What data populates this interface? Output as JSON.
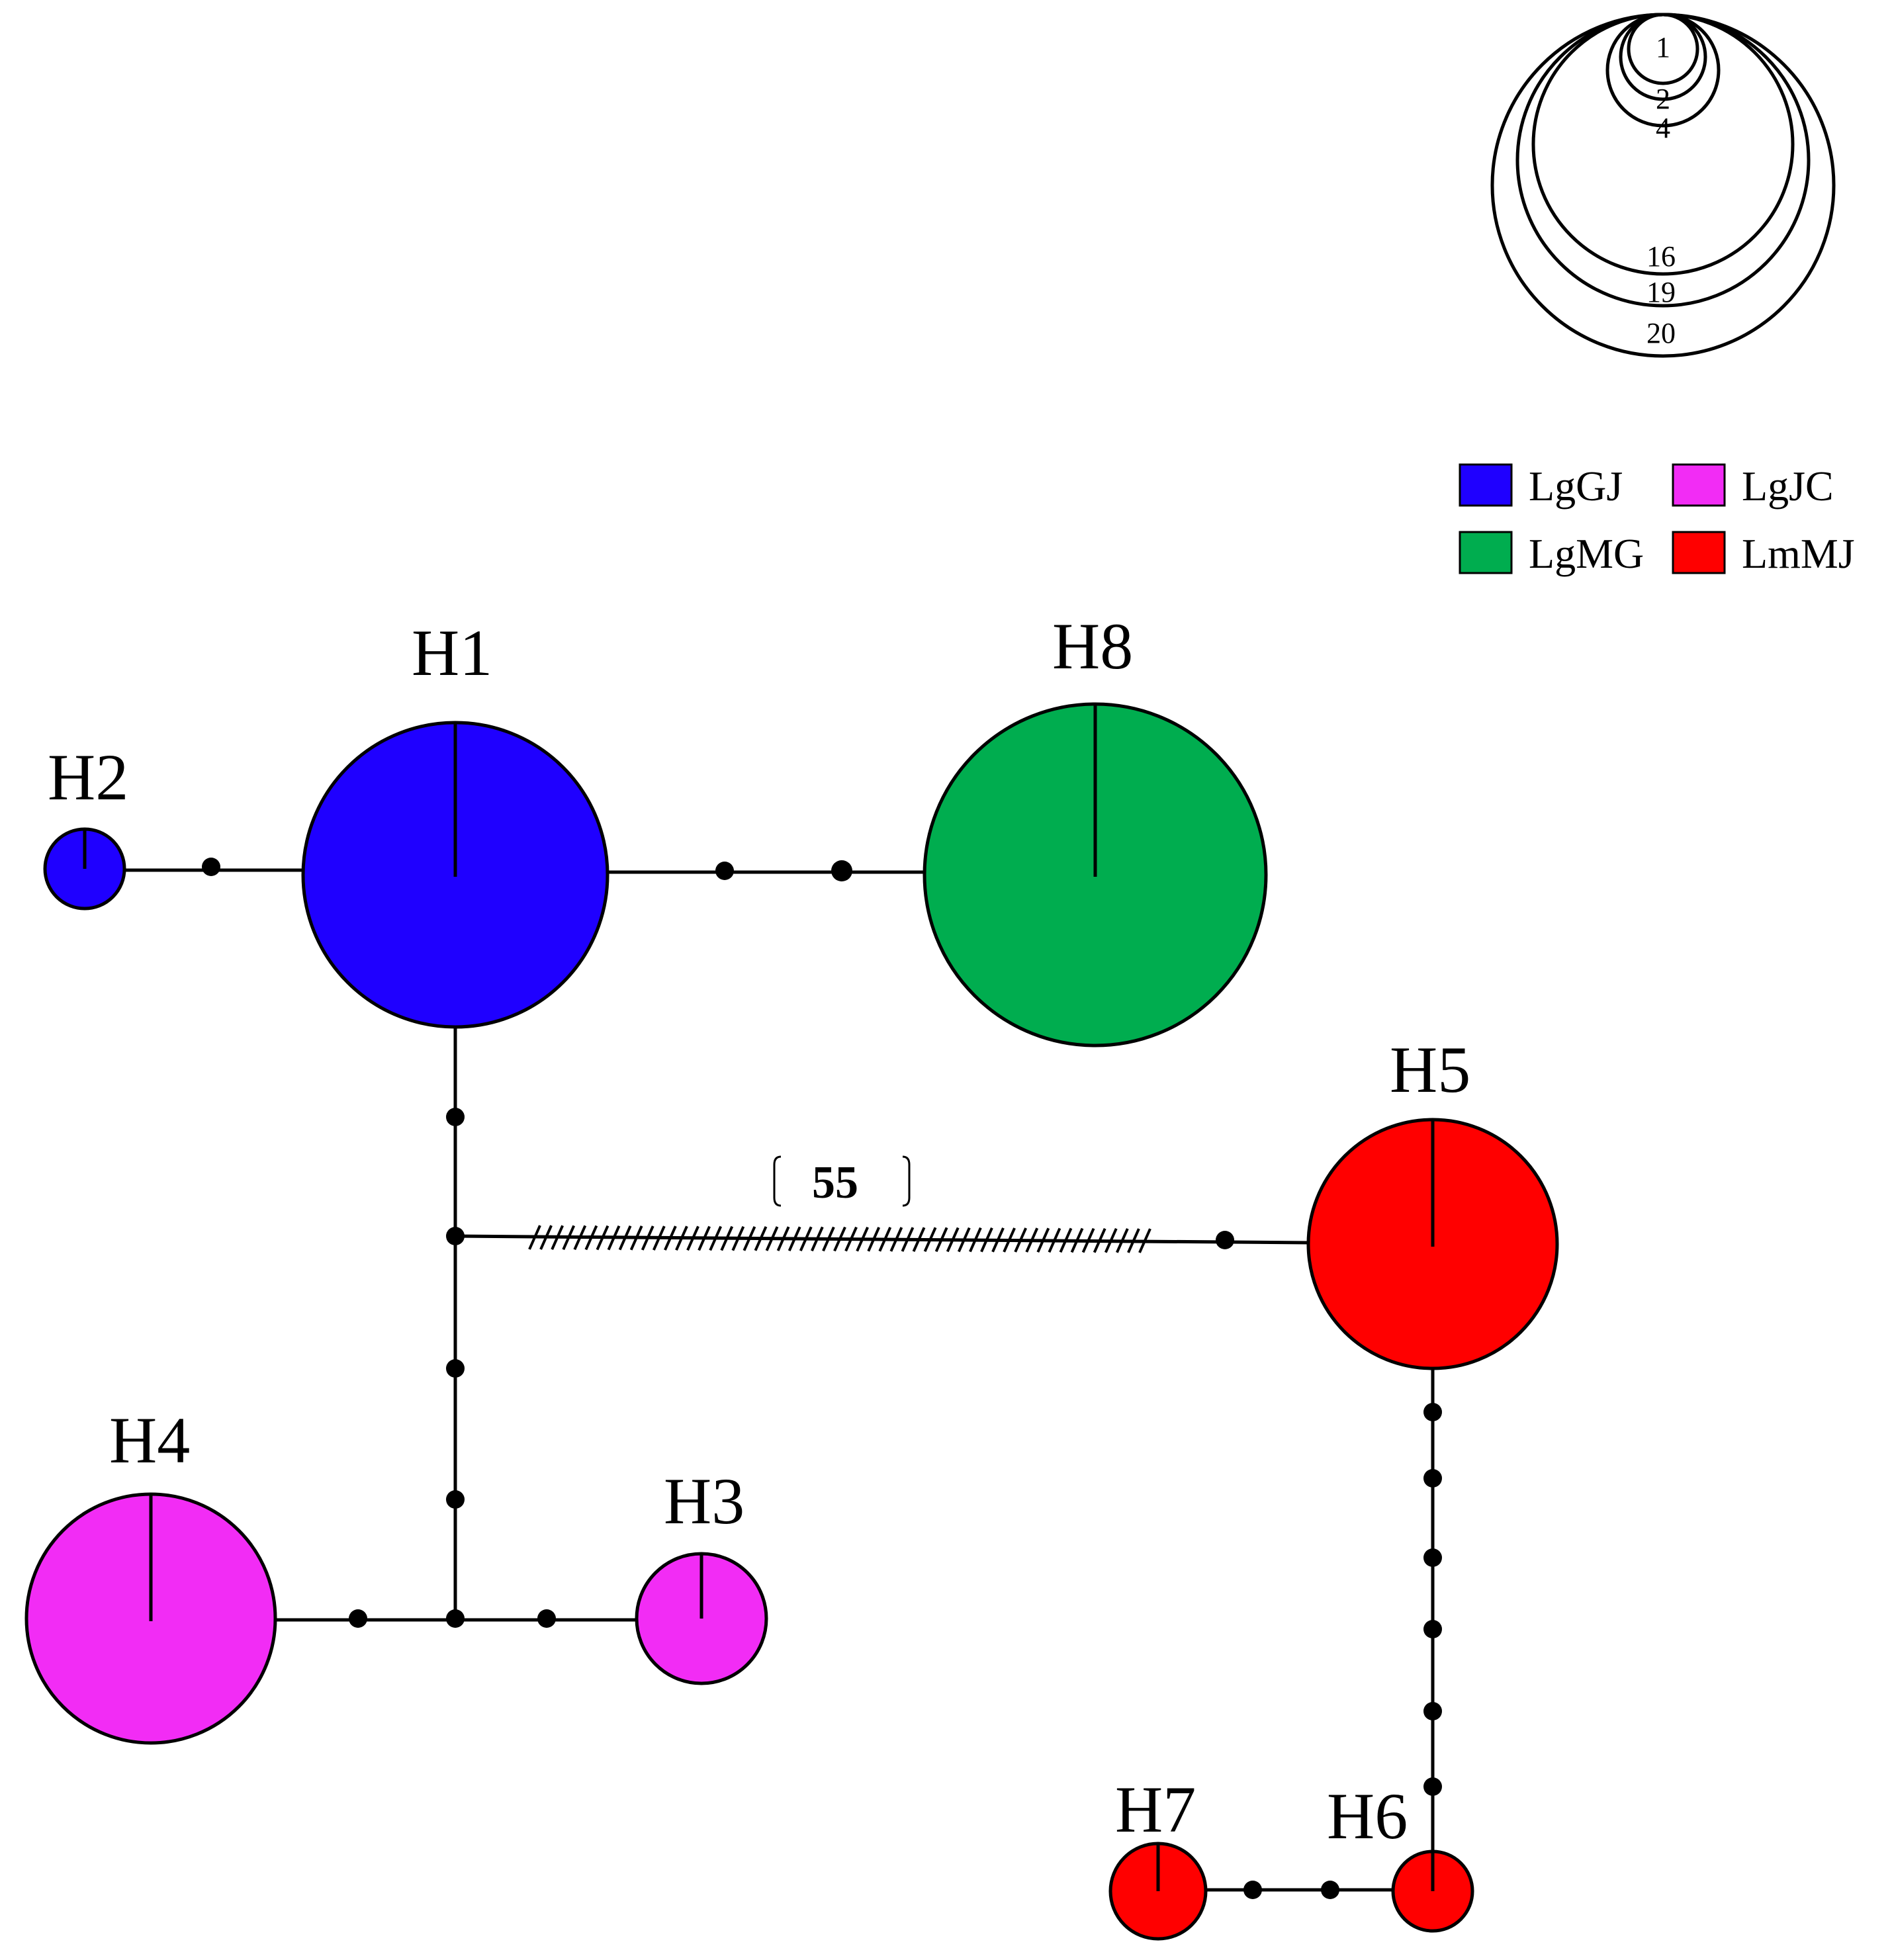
{
  "colors": {
    "LgGJ": "#1f00ff",
    "LgJC": "#f22cf5",
    "LgMG": "#00ad4f",
    "LmMJ": "#ff0000"
  },
  "legend": [
    {
      "name": "LgGJ"
    },
    {
      "name": "LgJC"
    },
    {
      "name": "LgMG"
    },
    {
      "name": "LmMJ"
    }
  ],
  "scale_legend": [
    "1",
    "2",
    "4",
    "16",
    "19",
    "20"
  ],
  "haplotypes": [
    {
      "id": "H1",
      "group": "LgGJ"
    },
    {
      "id": "H2",
      "group": "LgGJ"
    },
    {
      "id": "H3",
      "group": "LgJC"
    },
    {
      "id": "H4",
      "group": "LgJC"
    },
    {
      "id": "H5",
      "group": "LmMJ"
    },
    {
      "id": "H6",
      "group": "LmMJ"
    },
    {
      "id": "H7",
      "group": "LmMJ"
    },
    {
      "id": "H8",
      "group": "LgMG"
    }
  ],
  "mutation_count_label": "55"
}
